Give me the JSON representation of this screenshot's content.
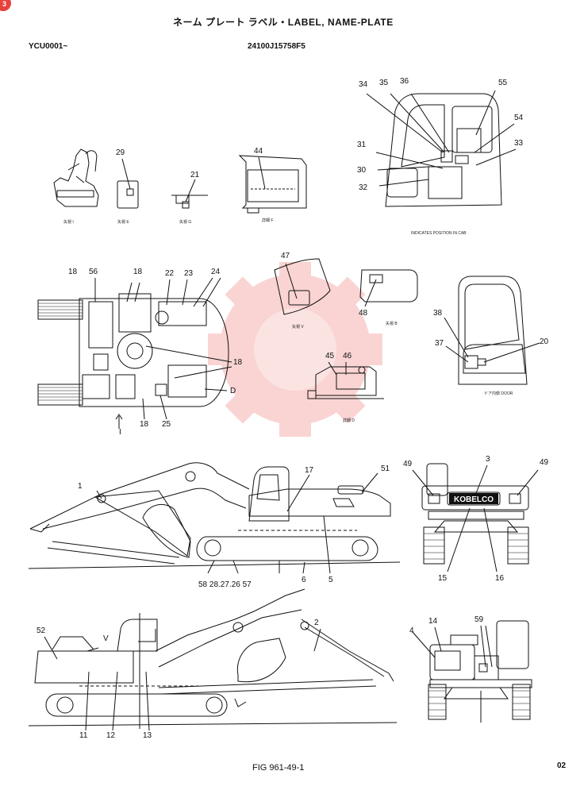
{
  "header": {
    "title": "ネーム プレート ラベル・LABEL, NAME-PLATE",
    "serial": "YCU0001~",
    "part_number": "24100J15758F5"
  },
  "footer": {
    "figure": "FIG 961-49-1",
    "page": "02"
  },
  "corner_badge": "3",
  "brand_plate": "KOBELCO",
  "callouts": {
    "c1": "1",
    "c2": "2",
    "c3": "3",
    "c4": "4",
    "c5": "5",
    "c6": "6",
    "c11": "11",
    "c12": "12",
    "c13": "13",
    "c14": "14",
    "c15": "15",
    "c16": "16",
    "c17": "17",
    "c18a": "18",
    "c18b": "18",
    "c18c": "18",
    "c18d": "18",
    "c20": "20",
    "c21": "21",
    "c22": "22",
    "c23": "23",
    "c24": "24",
    "c25": "25",
    "c29": "29",
    "c30": "30",
    "c31": "31",
    "c32": "32",
    "c33": "33",
    "c34": "34",
    "c35": "35",
    "c36": "36",
    "c37": "37",
    "c38": "38",
    "c44": "44",
    "c45": "45",
    "c46": "46",
    "c47": "47",
    "c48": "48",
    "c49a": "49",
    "c49b": "49",
    "c51": "51",
    "c52": "52",
    "c54": "54",
    "c55": "55",
    "c56": "56",
    "c59": "59",
    "bottom_row": "58 28.27.26 57",
    "view_v": "V",
    "view_d": "D",
    "view_i": "I"
  },
  "captions": {
    "seat_view": "矢視 I",
    "view_e": "矢視 E",
    "view_g": "矢視 G",
    "detail_f": "詳細 F",
    "cab_note": "INDICATES POSITION IN CAB",
    "view_v": "矢視 V",
    "view_b": "矢視 B",
    "detail_d": "詳細 D",
    "door_inside": "ドア内側 DOOR"
  },
  "colors": {
    "ink": "#111111",
    "watermark": "#e8423c",
    "badge": "#e8423c"
  }
}
